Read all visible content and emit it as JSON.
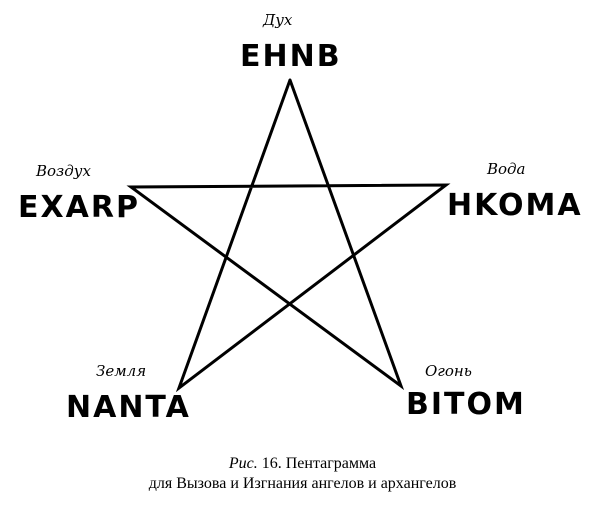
{
  "points": {
    "top": {
      "element": "Дух",
      "name": "EHNB"
    },
    "left": {
      "element": "Воздух",
      "name": "EXARP"
    },
    "right": {
      "element": "Вода",
      "name": "HKOMA"
    },
    "bottom_left": {
      "element": "Земля",
      "name": "NANTA"
    },
    "bottom_right": {
      "element": "Огонь",
      "name": "BITOM"
    }
  },
  "caption": {
    "prefix": "Рис.",
    "line1": "16. Пентаграмма",
    "line2": "для Вызова и Изгнания ангелов и архангелов"
  },
  "colors": {
    "ink": "#000000",
    "background": "#ffffff"
  }
}
